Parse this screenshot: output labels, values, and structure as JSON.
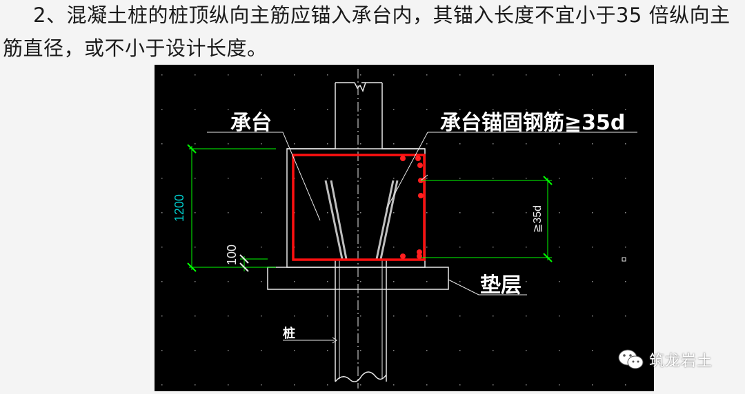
{
  "heading": {
    "line1": "2、混凝土桩的桩顶纵向主筋应锚入承台内，其锚入长度不宜小于35 倍纵向主",
    "line2": "筋直径，或不小于设计长度。"
  },
  "drawing": {
    "label_cap": "承台",
    "label_anchor": "承台锚固钢筋≧35d",
    "label_cushion": "垫层",
    "label_pile": "桩",
    "dim_height": "1200",
    "dim_embed": "100",
    "dim_anchor": "≧35d",
    "colors": {
      "background": "#000000",
      "cap_outline": "#e8e8e8",
      "rebar_cage": "#ff0000",
      "dimension": "#00ff00",
      "dim_text": "#00cccc",
      "label": "#ffffff"
    }
  },
  "watermark": {
    "text": "筑龙岩土",
    "icon": "wechat-icon"
  }
}
